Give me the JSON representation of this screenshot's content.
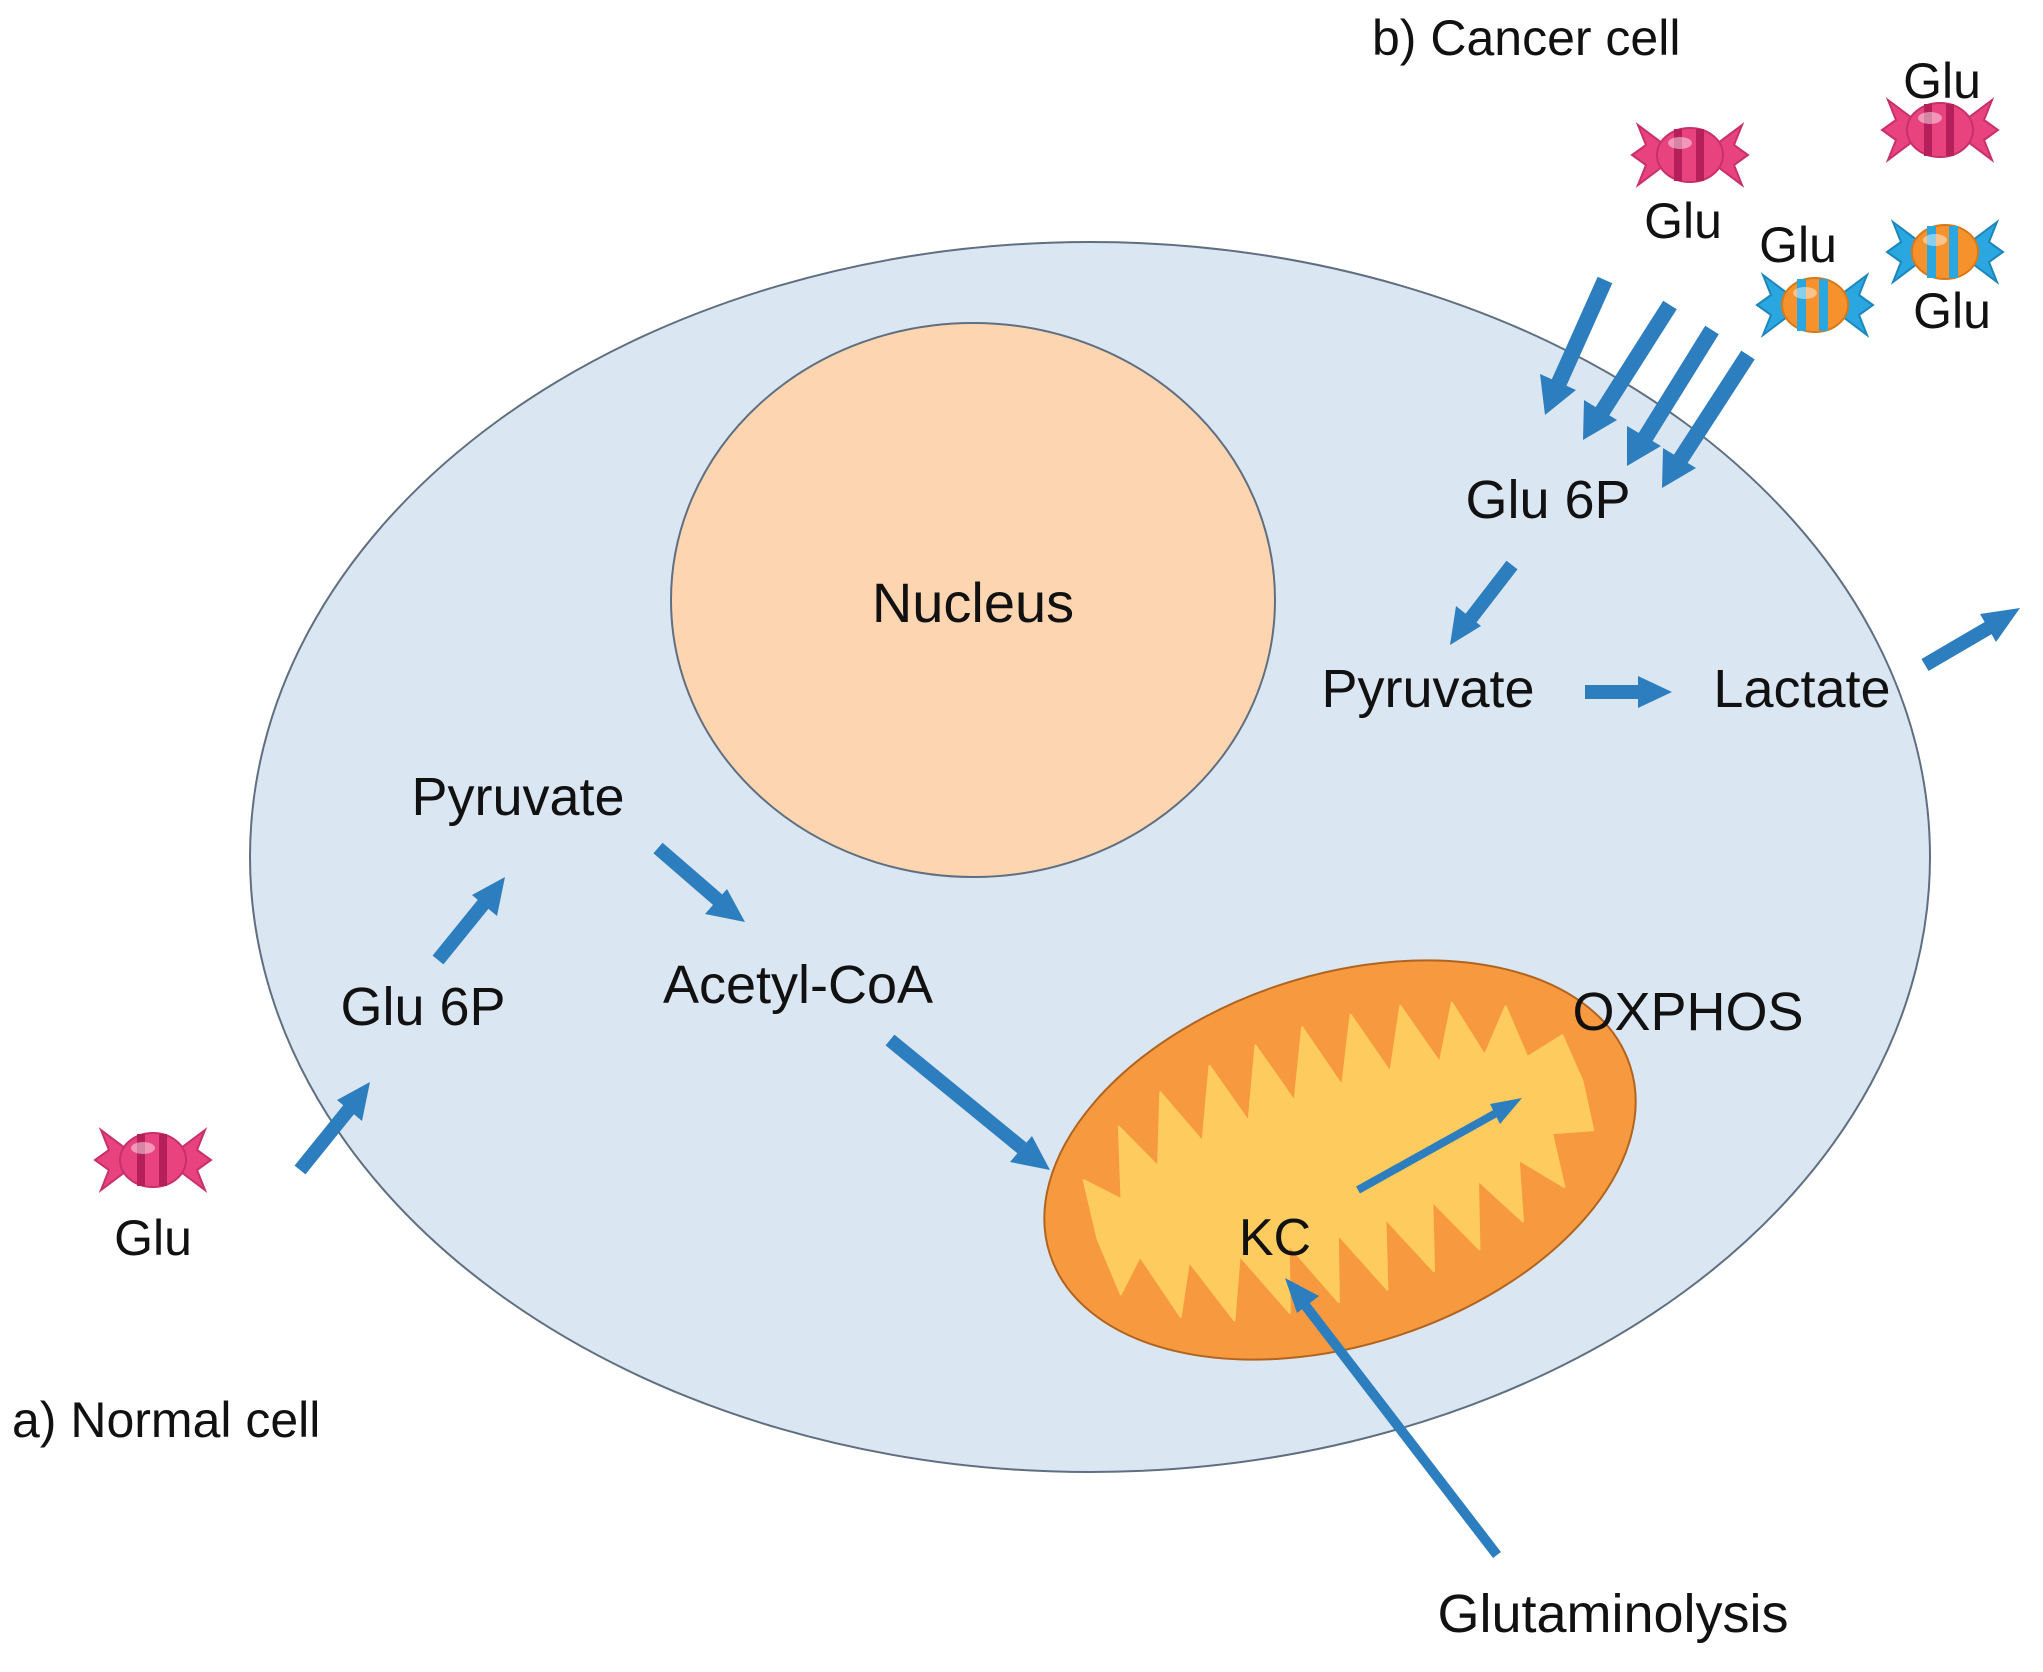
{
  "captions": {
    "normal": "a) Normal cell",
    "cancer": "b) Cancer cell"
  },
  "organelles": {
    "nucleus": "Nucleus",
    "krebs_cycle": "KC"
  },
  "normal_pathway": {
    "glucose": "Glu",
    "glu6p": "Glu 6P",
    "pyruvate": "Pyruvate",
    "acetyl_coa": "Acetyl-CoA"
  },
  "cancer_pathway": {
    "glucose_labels": [
      "Glu",
      "Glu",
      "Glu",
      "Glu"
    ],
    "glu6p": "Glu 6P",
    "pyruvate": "Pyruvate",
    "lactate": "Lactate"
  },
  "mitochondria": {
    "oxphos": "OXPHOS",
    "glutaminolysis": "Glutaminolysis"
  },
  "colors": {
    "cell_fill": "#dae6f2",
    "nucleus_fill": "#fdd5b1",
    "mito_outer": "#f7993f",
    "mito_inner": "#fecb5e",
    "arrow": "#2d7ebe",
    "candy_pink": "#e8437f",
    "candy_blue": "#2aa7e0",
    "candy_orange": "#f5922b"
  }
}
